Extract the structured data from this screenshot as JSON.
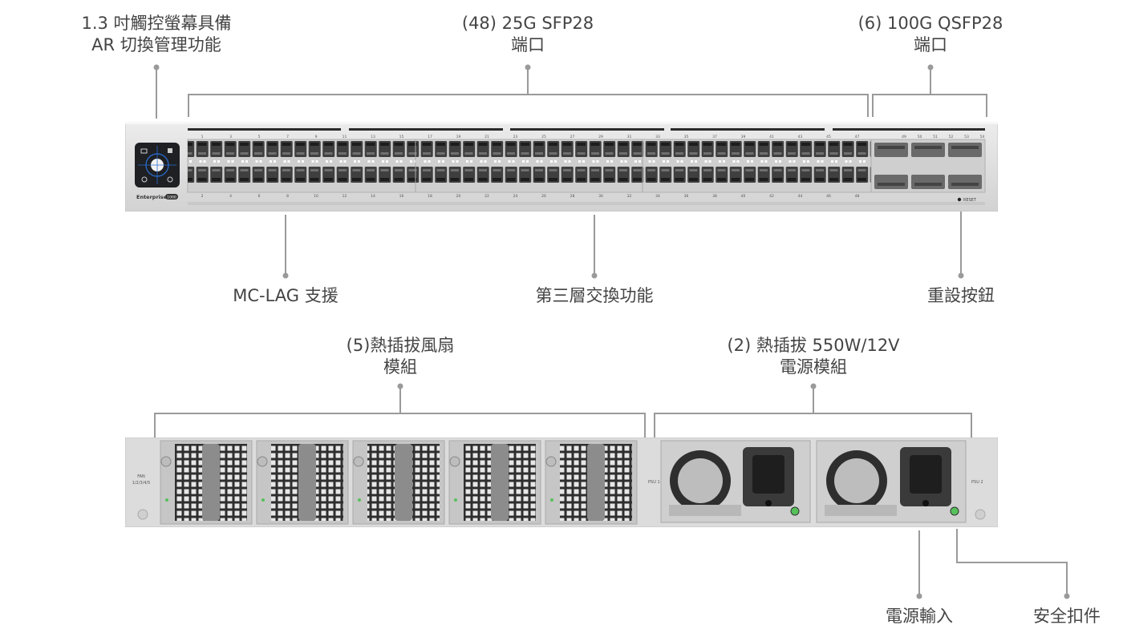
{
  "top_callouts": {
    "screen": {
      "line1": "1.3 吋觸控螢幕具備",
      "line2": "AR 切換管理功能"
    },
    "sfp28": {
      "line1": "(48) 25G SFP28",
      "line2": "端口"
    },
    "qsfp28": {
      "line1": "(6) 100G QSFP28",
      "line2": "端口"
    }
  },
  "middle_callouts": {
    "mclag": "MC-LAG 支援",
    "layer3": "第三層交換功能",
    "reset": "重設按鈕"
  },
  "rear_callouts": {
    "fans": {
      "line1": "(5)熱插拔風扇",
      "line2": "模組"
    },
    "psu": {
      "line1": "(2) 熱插拔 550W/12V",
      "line2": "電源模組"
    },
    "power_input": "電源輸入",
    "safety_latch": "安全扣件"
  },
  "front_panel": {
    "brand": "Enterprise",
    "model_badge": "1000",
    "reset_label": "RESET",
    "port_numbers_top": [
      "1",
      "3",
      "5",
      "7",
      "9",
      "11",
      "13",
      "15",
      "17",
      "19",
      "21",
      "23",
      "25",
      "27",
      "29",
      "31",
      "33",
      "35",
      "37",
      "39",
      "41",
      "43",
      "45",
      "47"
    ],
    "port_numbers_bottom": [
      "2",
      "4",
      "6",
      "8",
      "10",
      "12",
      "14",
      "16",
      "18",
      "20",
      "22",
      "24",
      "26",
      "28",
      "30",
      "32",
      "34",
      "36",
      "38",
      "40",
      "42",
      "44",
      "46",
      "48"
    ],
    "qsfp_numbers": [
      "49",
      "50",
      "51",
      "52",
      "53",
      "54"
    ]
  },
  "rear_panel": {
    "fan_label_line1": "FAN",
    "fan_label_line2": "1/2/3/4/5",
    "psu1_label": "PSU 1",
    "psu2_label": "PSU 2"
  },
  "colors": {
    "line": "#9a9a9a",
    "chassis": "#d9d9d9",
    "port": "#3c3c3c",
    "screen": "#1e2024",
    "led": "#56c15a"
  }
}
